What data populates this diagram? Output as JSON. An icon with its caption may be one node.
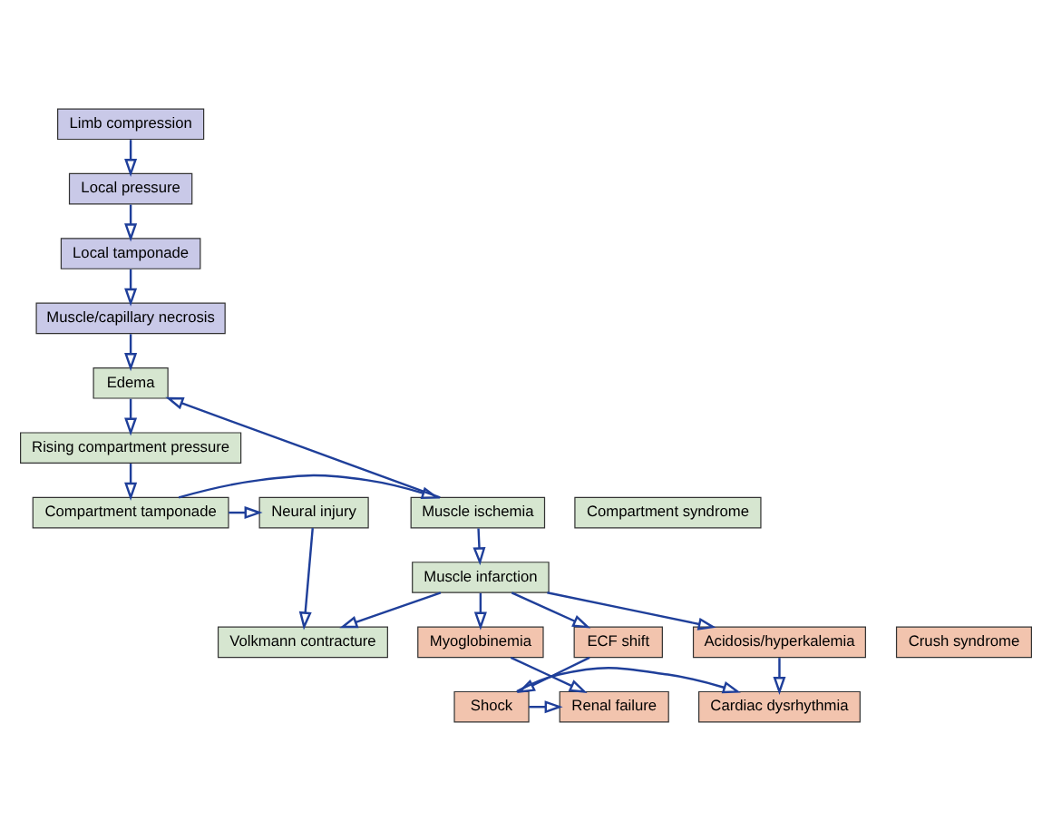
{
  "diagram": {
    "nodes": [
      {
        "text": [
          "Limb compression"
        ]
      },
      {
        "text": [
          "Local pressure"
        ]
      },
      {
        "text": [
          "Local tamponade"
        ]
      },
      {
        "text": [
          "Muscle/capillary necrosis"
        ]
      },
      {
        "text": [
          "Edema"
        ]
      },
      {
        "text": [
          "Rising compartment pressure"
        ]
      },
      {
        "text": [
          "Muscle ischemia"
        ]
      },
      {
        "text": [
          "Compartment tamponade"
        ]
      },
      {
        "text": [
          "Neural injury"
        ]
      },
      {
        "text": [
          "Volkmann contracture"
        ]
      },
      {
        "text": [
          "Muscle infarction"
        ]
      },
      {
        "text": [
          "Myoglobinemia"
        ]
      },
      {
        "text": [
          "ECF shift"
        ]
      },
      {
        "text": [
          "Acidosis/hyperkalemia"
        ]
      },
      {
        "text": [
          "Renal failure"
        ]
      },
      {
        "text": [
          "Shock"
        ]
      },
      {
        "text": [
          "Cardiac dysrhythmia"
        ]
      },
      {
        "text": [
          "Compartment syndrome"
        ]
      },
      {
        "text": [
          "Crush syndrome"
        ]
      }
    ],
    "edges": [
      {
        "from": 0,
        "to": 1,
        "arrow": "to"
      },
      {
        "from": 1,
        "to": 2,
        "arrow": "to"
      },
      {
        "from": 2,
        "to": 3,
        "arrow": "to"
      },
      {
        "from": 3,
        "to": 4,
        "arrow": "to"
      },
      {
        "from": 4,
        "to": 5,
        "arrow": "to"
      },
      {
        "from": 5,
        "to": 7,
        "arrow": "to"
      },
      {
        "from": 7,
        "to": 6,
        "arrow": "to"
      },
      {
        "from": 7,
        "to": 8,
        "arrow": "to"
      },
      {
        "from": 8,
        "to": 9,
        "arrow": "to"
      },
      {
        "from": 6,
        "to": 4,
        "arrow": "to"
      },
      {
        "from": 6,
        "to": 10,
        "arrow": "to"
      },
      {
        "from": 10,
        "to": 9,
        "arrow": "to"
      },
      {
        "from": 10,
        "to": 11,
        "arrow": "to"
      },
      {
        "from": 10,
        "to": 12,
        "arrow": "to"
      },
      {
        "from": 10,
        "to": 13,
        "arrow": "to"
      },
      {
        "from": 11,
        "to": 14,
        "arrow": "to"
      },
      {
        "from": 12,
        "to": 15,
        "arrow": "to"
      },
      {
        "from": 13,
        "to": 16,
        "arrow": "to"
      },
      {
        "from": 15,
        "to": 14,
        "arrow": "to"
      },
      {
        "from": 15,
        "to": 16,
        "arrow": "to"
      }
    ]
  }
}
